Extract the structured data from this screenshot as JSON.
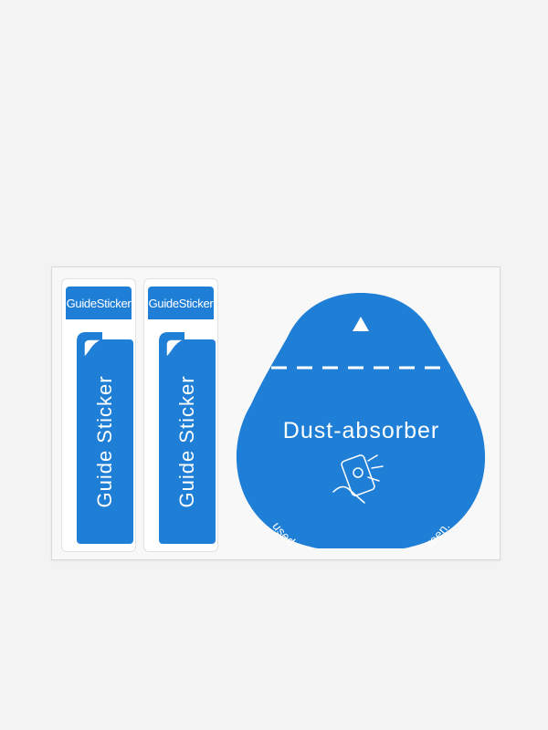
{
  "guide_sticker": {
    "tab_label": "GuideSticker",
    "body_label": "Guide Sticker"
  },
  "dust_absorber": {
    "title": "Dust-absorber",
    "caption": "used to clear the dust on the screen."
  },
  "icons": [
    "peel-corner-icon",
    "arrow-up-icon",
    "phone-cleaning-icon"
  ],
  "colors": {
    "blue": "#1f7fd6",
    "white": "#ffffff",
    "background": "#f3f3f3"
  }
}
